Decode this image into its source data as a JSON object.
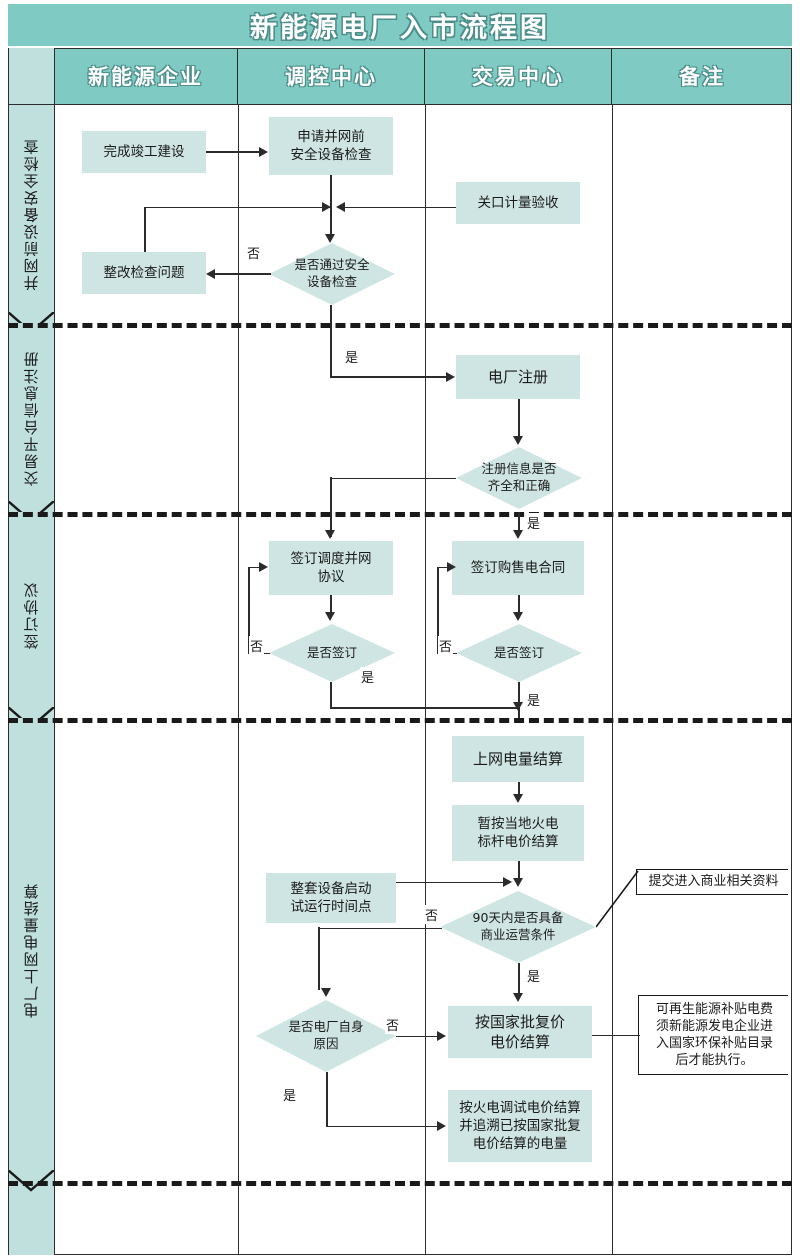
{
  "title": "新能源电厂入市流程图",
  "columns": [
    {
      "key": "enterprise",
      "label": "新能源企业"
    },
    {
      "key": "dispatch",
      "label": "调控中心"
    },
    {
      "key": "trading",
      "label": "交易中心"
    },
    {
      "key": "remarks",
      "label": "备注"
    }
  ],
  "stages": [
    {
      "key": "stage1",
      "label": "并网前设备安全检查"
    },
    {
      "key": "stage2",
      "label": "交易平台信息注册"
    },
    {
      "key": "stage3",
      "label": "签订协议"
    },
    {
      "key": "stage4",
      "label": "电厂上网电量结算"
    }
  ],
  "nodes": {
    "complete_construction": "完成竣工建设",
    "apply_pre_grid_check": "申请并网前\n安全设备检查",
    "gateway_metering": "关口计量验收",
    "rectify_issues": "整改检查问题",
    "pass_safety_check": "是否通过安全\n设备检查",
    "plant_registration": "电厂注册",
    "registration_complete": "注册信息是否\n齐全和正确",
    "sign_dispatch_agreement": "签订调度并网\n协议",
    "signed_q1": "是否签订",
    "sign_power_contract": "签订购售电合同",
    "signed_q2": "是否签订",
    "grid_energy_settlement": "上网电量结算",
    "temp_coal_benchmark": "暂按当地火电\n标杆电价结算",
    "equipment_startup_time": "整套设备启动\n试运行时间点",
    "commercial_within_90d": "90天内是否具备\n商业运营条件",
    "plant_own_reason": "是否电厂自身\n原因",
    "state_approved_price": "按国家批复价\n电价结算",
    "thermal_commissioning_price": "按火电调试电价结算\n并追溯已按国家批复\n电价结算的电量"
  },
  "remarks": {
    "submit_commercial_docs": "提交进入商业相关资料",
    "renewable_subsidy_note": "可再生能源补贴电费\n须新能源发电企业进\n入国家环保补贴目录\n后才能执行。"
  },
  "edge_labels": {
    "no": "否",
    "yes": "是"
  },
  "colors": {
    "header_teal": "#7fcbc4",
    "rail_teal": "#bfe0dd",
    "node_fill": "#cfe5e3",
    "line": "#2b2b2b",
    "text": "#1a1a1a"
  }
}
